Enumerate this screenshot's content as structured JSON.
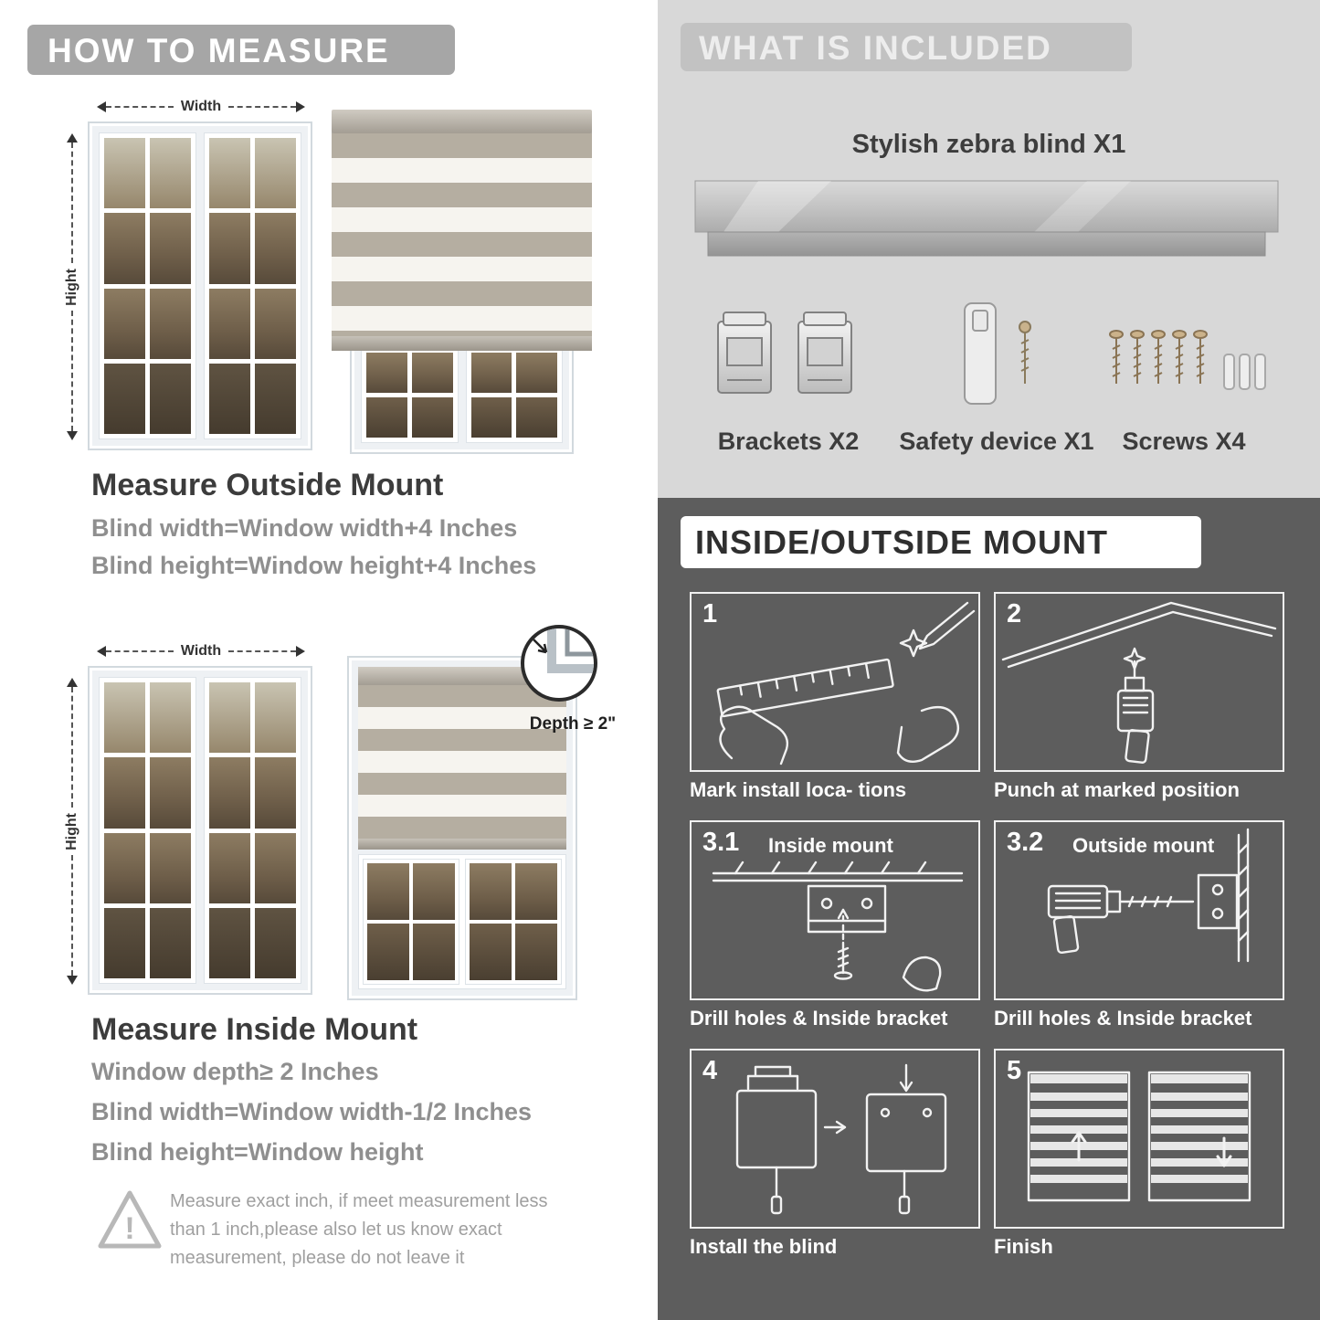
{
  "left": {
    "header": "HOW TO MEASURE",
    "labels": {
      "width": "Width",
      "height": "Hight",
      "depth": "Depth ≥ 2\""
    },
    "outside": {
      "title": "Measure Outside Mount",
      "lines": [
        "Blind width=Window width+4 Inches",
        "Blind height=Window height+4 Inches"
      ]
    },
    "inside": {
      "title": "Measure Inside Mount",
      "lines": [
        "Window depth≥ 2 Inches",
        "Blind width=Window width-1/2 Inches",
        "Blind height=Window height"
      ]
    },
    "warning": "Measure exact inch, if meet measurement less than 1 inch,please also let us know exact measurement, please do not leave it"
  },
  "included": {
    "header": "WHAT IS INCLUDED",
    "product": "Stylish zebra blind X1",
    "items": [
      {
        "icon": "brackets-icon",
        "label": "Brackets X2"
      },
      {
        "icon": "safety-device-icon",
        "label": "Safety device X1"
      },
      {
        "icon": "screws-icon",
        "label": "Screws X4"
      }
    ]
  },
  "mount": {
    "header": "INSIDE/OUTSIDE MOUNT",
    "steps": [
      {
        "num": "1",
        "label": "",
        "caption": "Mark install loca- tions"
      },
      {
        "num": "2",
        "label": "",
        "caption": "Punch at  marked position"
      },
      {
        "num": "3.1",
        "label": "Inside mount",
        "caption": "Drill holes &  Inside bracket"
      },
      {
        "num": "3.2",
        "label": "Outside mount",
        "caption": "Drill holes &  Inside bracket"
      },
      {
        "num": "4",
        "label": "",
        "caption": "Install the blind"
      },
      {
        "num": "5",
        "label": "",
        "caption": "Finish"
      }
    ]
  },
  "colors": {
    "left_header_bar": "#a6a6a6",
    "included_bg": "#d8d8d8",
    "included_header_bar": "#c2c2c2",
    "mount_bg": "#5d5d5d",
    "title_text": "#3c3c3c",
    "muted_text": "#8f8f8f"
  }
}
